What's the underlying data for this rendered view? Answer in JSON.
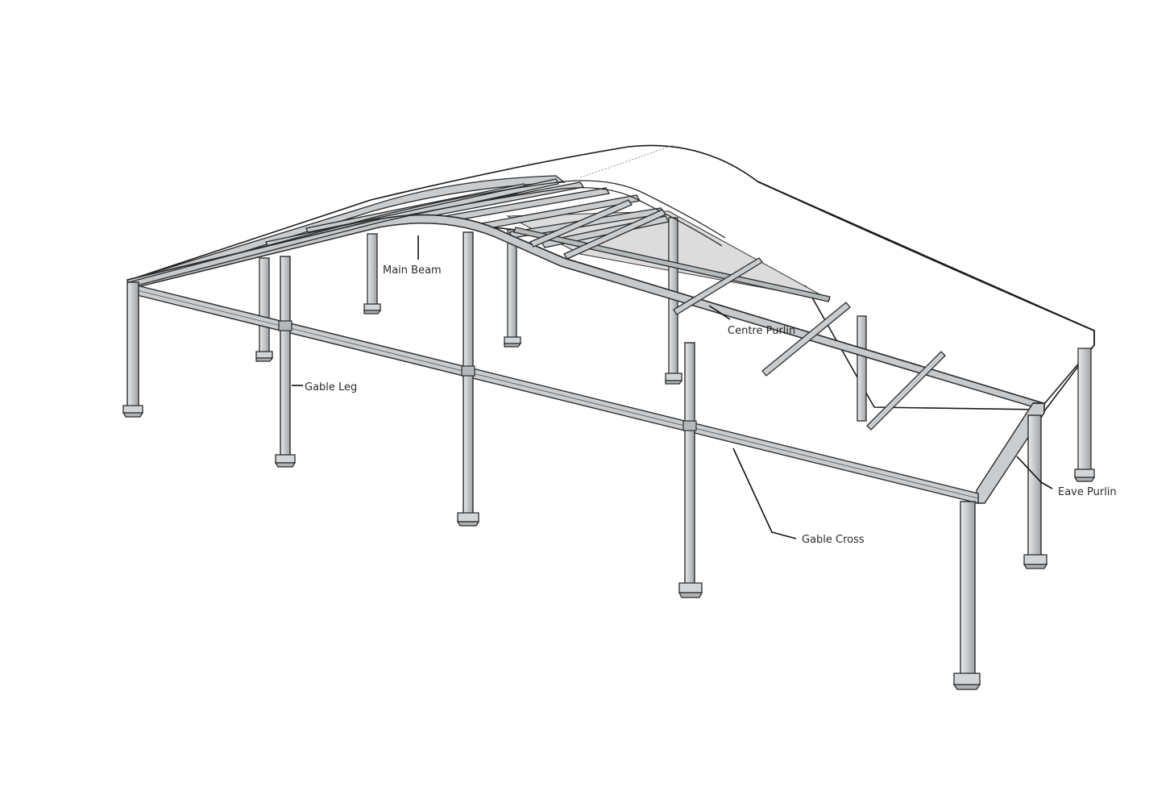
{
  "labels": {
    "main_beam": "Main Beam",
    "centre_purlin": "Centre Purlin",
    "gable_leg": "Gable Leg",
    "eave_purlin": "Eave Purlin",
    "gable_cross": "Gable Cross"
  },
  "colors": {
    "steel": "#bfc3c5",
    "steel_edge": "#2b2b2b",
    "roof_skin": "#ffffff",
    "roof_shadow": "#d9d9d9",
    "base_plate": "#d3d6d8"
  }
}
